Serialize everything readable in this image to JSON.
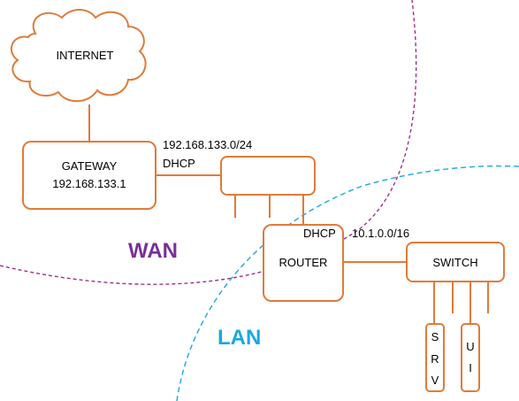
{
  "colors": {
    "node_stroke": "#E07B39",
    "wan_boundary": "#A0308C",
    "lan_boundary": "#1AA8E0",
    "wan_text": "#7A2E9A",
    "lan_text": "#1AA8E0"
  },
  "nodes": {
    "internet": {
      "label": "INTERNET"
    },
    "gateway": {
      "label": "GATEWAY",
      "ip": "192.168.133.1"
    },
    "wan_switch": {
      "subnet": "192.168.133.0/24",
      "service": "DHCP"
    },
    "router": {
      "label": "ROUTER",
      "service": "DHCP",
      "subnet": "10.1.0.0/16"
    },
    "lan_switch": {
      "label": "SWITCH"
    },
    "srv": {
      "letters": [
        "S",
        "R",
        "V"
      ]
    },
    "ui": {
      "letters": [
        "U",
        "I"
      ]
    }
  },
  "zones": {
    "wan": "WAN",
    "lan": "LAN"
  }
}
